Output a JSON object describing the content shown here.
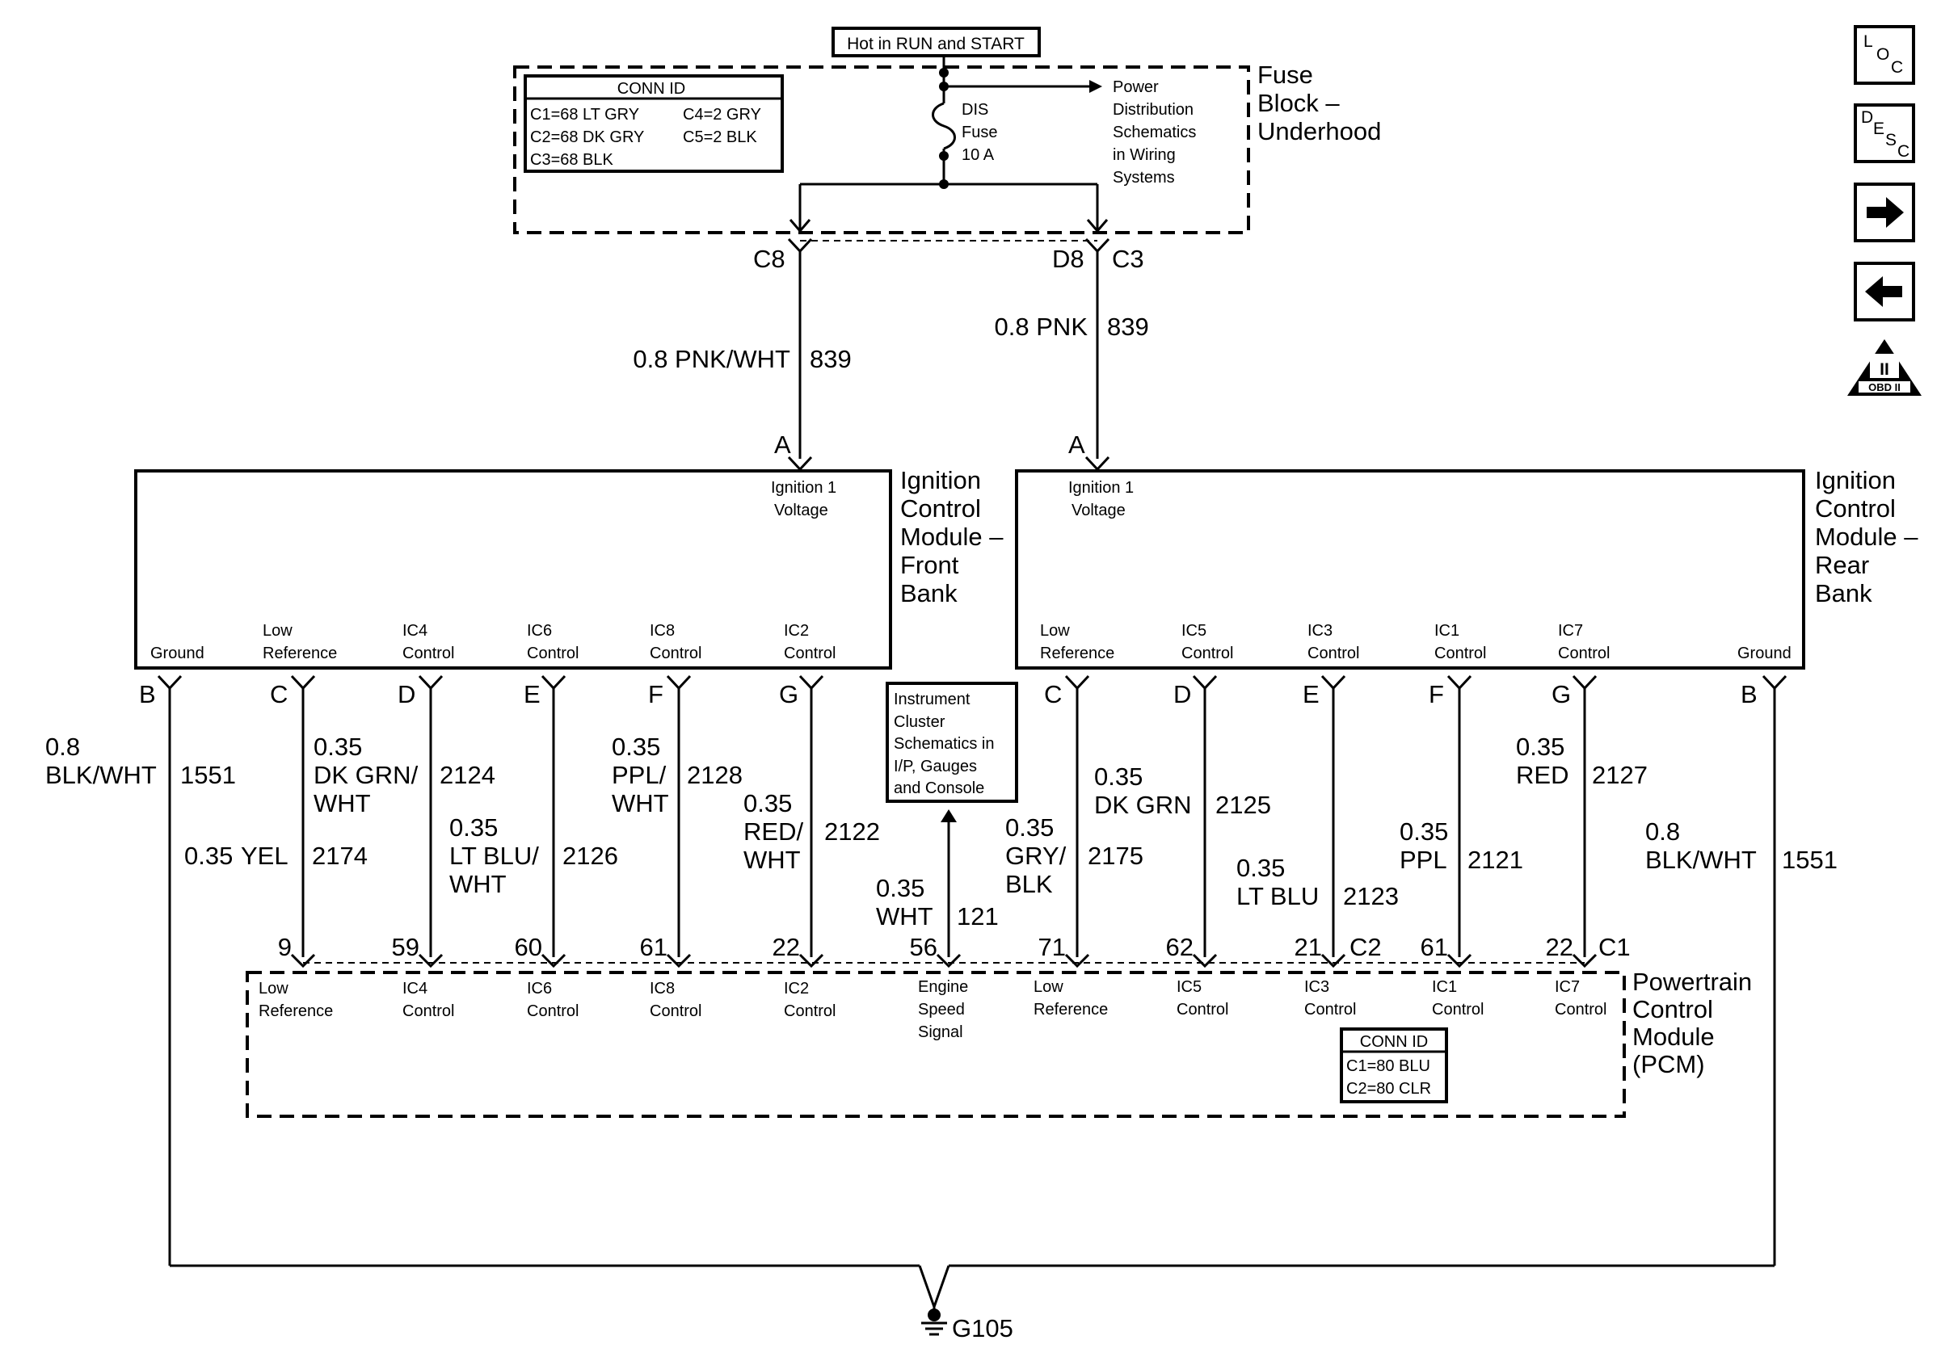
{
  "hot_label": "Hot in RUN and START",
  "fuse_block": {
    "title_lines": [
      "Fuse",
      "Block –",
      "Underhood"
    ],
    "conn_id_title": "CONN ID",
    "conn_ids": [
      "C1=68 LT GRY",
      "C4=2 GRY",
      "C2=68 DK GRY",
      "C5=2 BLK",
      "C3=68 BLK"
    ],
    "fuse_lines": [
      "DIS",
      "Fuse",
      "10 A"
    ],
    "power_dist_lines": [
      "Power",
      "Distribution",
      "Schematics",
      "in Wiring",
      "Systems"
    ],
    "left_conn": "C8",
    "right_conn_a": "D8",
    "right_conn_b": "C3"
  },
  "feed_wires": [
    {
      "size_color": "0.8 PNK/WHT",
      "circuit": "839",
      "pin": "A"
    },
    {
      "size_color": "0.8 PNK",
      "circuit": "839",
      "pin": "A"
    }
  ],
  "front_module": {
    "title_lines": [
      "Ignition",
      "Control",
      "Module –",
      "Front",
      "Bank"
    ],
    "ignition_label": [
      "Ignition 1",
      "Voltage"
    ],
    "pins": [
      {
        "pin": "B",
        "label": [
          "",
          "Ground"
        ]
      },
      {
        "pin": "C",
        "label": [
          "Low",
          "Reference"
        ]
      },
      {
        "pin": "D",
        "label": [
          "IC4",
          "Control"
        ]
      },
      {
        "pin": "E",
        "label": [
          "IC6",
          "Control"
        ]
      },
      {
        "pin": "F",
        "label": [
          "IC8",
          "Control"
        ]
      },
      {
        "pin": "G",
        "label": [
          "IC2",
          "Control"
        ]
      }
    ]
  },
  "rear_module": {
    "title_lines": [
      "Ignition",
      "Control",
      "Module –",
      "Rear",
      "Bank"
    ],
    "ignition_label": [
      "Ignition 1",
      "Voltage"
    ],
    "pins": [
      {
        "pin": "C",
        "label": [
          "Low",
          "Reference"
        ]
      },
      {
        "pin": "D",
        "label": [
          "IC5",
          "Control"
        ]
      },
      {
        "pin": "E",
        "label": [
          "IC3",
          "Control"
        ]
      },
      {
        "pin": "F",
        "label": [
          "IC1",
          "Control"
        ]
      },
      {
        "pin": "G",
        "label": [
          "IC7",
          "Control"
        ]
      },
      {
        "pin": "B",
        "label": [
          "",
          "Ground"
        ]
      }
    ]
  },
  "signal_wires": [
    {
      "size": "0.8",
      "color": "BLK/WHT",
      "circuit": "1551"
    },
    {
      "size": "0.35",
      "color": "YEL",
      "circuit": "2174",
      "pcm_pin": "9"
    },
    {
      "size": "0.35",
      "color_lines": [
        "DK GRN/",
        "WHT"
      ],
      "circuit": "2124",
      "pcm_pin": "59"
    },
    {
      "size": "0.35",
      "color_lines": [
        "LT BLU/",
        "WHT"
      ],
      "circuit": "2126",
      "pcm_pin": "60"
    },
    {
      "size": "0.35",
      "color_lines": [
        "PPL/",
        "WHT"
      ],
      "circuit": "2128",
      "pcm_pin": "61"
    },
    {
      "size": "0.35",
      "color_lines": [
        "RED/",
        "WHT"
      ],
      "circuit": "2122",
      "pcm_pin": "22"
    },
    {
      "size": "0.35",
      "color": "WHT",
      "circuit": "121",
      "pcm_pin": "56"
    },
    {
      "size": "0.35",
      "color_lines": [
        "GRY/",
        "BLK"
      ],
      "circuit": "2175",
      "pcm_pin": "71"
    },
    {
      "size": "0.35",
      "color": "DK GRN",
      "circuit": "2125",
      "pcm_pin": "62"
    },
    {
      "size": "0.35",
      "color": "LT BLU",
      "circuit": "2123",
      "pcm_pin": "21"
    },
    {
      "size": "0.35",
      "color": "PPL",
      "circuit": "2121",
      "pcm_pin": "61"
    },
    {
      "size": "0.35",
      "color": "RED",
      "circuit": "2127",
      "pcm_pin": "22"
    },
    {
      "size": "0.8",
      "color": "BLK/WHT",
      "circuit": "1551"
    }
  ],
  "pcm_connectors": {
    "c2": "C2",
    "c1": "C1"
  },
  "instrument_cluster": [
    "Instrument",
    "Cluster",
    "Schematics in",
    "I/P, Gauges",
    "and Console"
  ],
  "pcm": {
    "title_lines": [
      "Powertrain",
      "Control",
      "Module",
      "(PCM)"
    ],
    "pin_labels": [
      [
        "Low",
        "Reference"
      ],
      [
        "IC4",
        "Control"
      ],
      [
        "IC6",
        "Control"
      ],
      [
        "IC8",
        "Control"
      ],
      [
        "IC2",
        "Control"
      ],
      [
        "Engine",
        "Speed",
        "Signal"
      ],
      [
        "Low",
        "Reference"
      ],
      [
        "IC5",
        "Control"
      ],
      [
        "IC3",
        "Control"
      ],
      [
        "IC1",
        "Control"
      ],
      [
        "IC7",
        "Control"
      ]
    ],
    "conn_id_title": "CONN ID",
    "conn_ids": [
      "C1=80 BLU",
      "C2=80 CLR"
    ]
  },
  "ground": "G105",
  "nav": {
    "loc": [
      "L",
      "O",
      "C"
    ],
    "desc": [
      "D",
      "E",
      "S",
      "C"
    ],
    "forward": "→",
    "back": "←",
    "obd": [
      "II",
      "OBD II"
    ]
  }
}
